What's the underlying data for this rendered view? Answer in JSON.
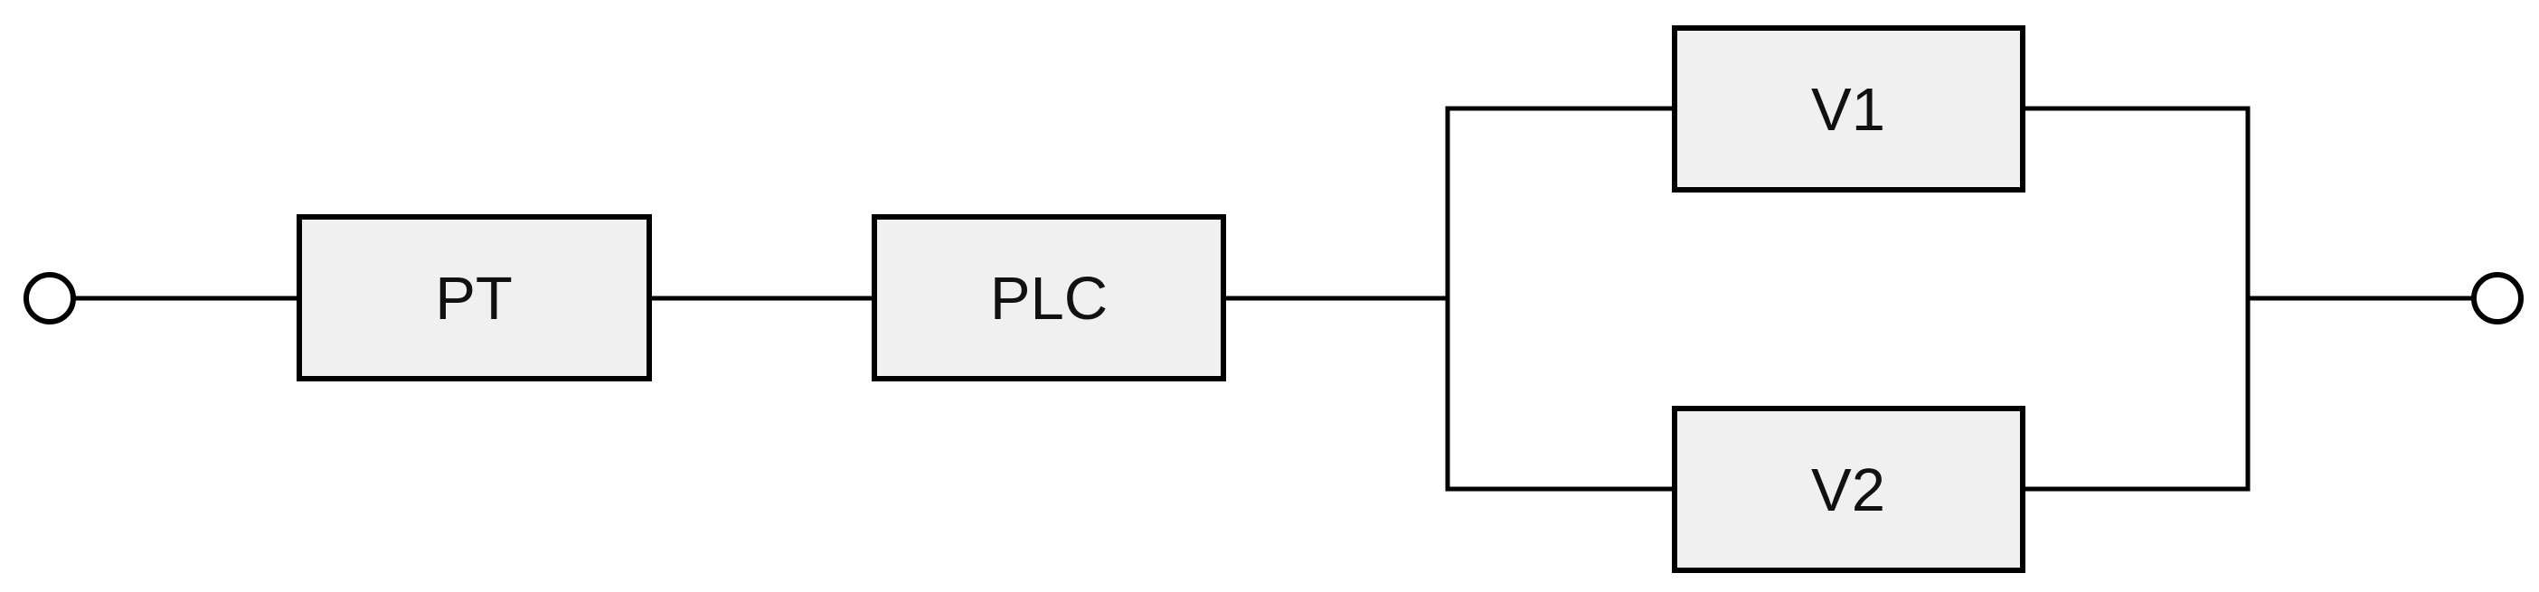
{
  "diagram": {
    "kind": "reliability-block-diagram",
    "blocks": [
      {
        "id": "PT",
        "label": "PT"
      },
      {
        "id": "PLC",
        "label": "PLC"
      },
      {
        "id": "V1",
        "label": "V1"
      },
      {
        "id": "V2",
        "label": "V2"
      }
    ],
    "terminals": [
      {
        "id": "input",
        "shape": "circle"
      },
      {
        "id": "output",
        "shape": "circle"
      }
    ],
    "connections": [
      [
        "input",
        "PT"
      ],
      [
        "PT",
        "PLC"
      ],
      [
        "PLC",
        "V1"
      ],
      [
        "PLC",
        "V2"
      ],
      [
        "V1",
        "output"
      ],
      [
        "V2",
        "output"
      ]
    ],
    "parallel_groups": [
      [
        "V1",
        "V2"
      ]
    ],
    "colors": {
      "background": "#ffffff",
      "line": "#000000",
      "block_fill": "#f0f0f0",
      "block_border": "#000000",
      "label_text": "#111111"
    }
  }
}
